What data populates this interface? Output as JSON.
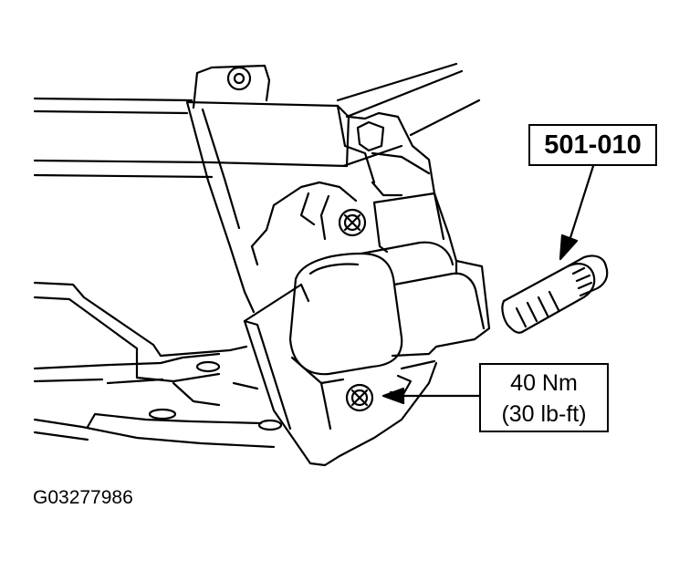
{
  "callouts": {
    "tool_number": "501-010",
    "torque_line1": "40 Nm",
    "torque_line2": "(30 lb-ft)"
  },
  "figure_id": "G03277986",
  "colors": {
    "line": "#000000",
    "background": "#ffffff"
  },
  "icons": {
    "tool": "torx-bit-socket",
    "fastener": "bolt-head"
  }
}
